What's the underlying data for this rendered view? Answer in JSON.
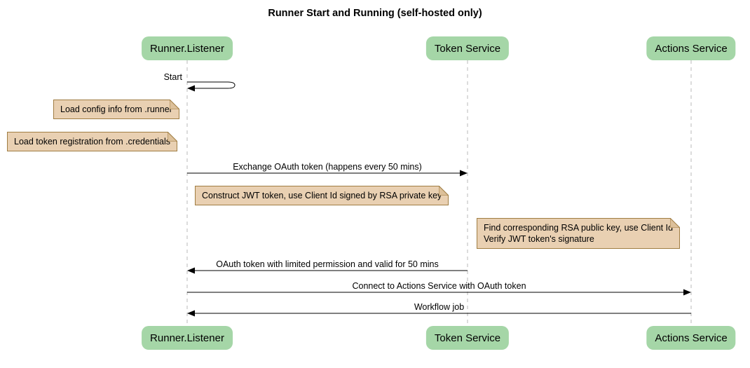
{
  "title": "Runner Start and Running (self-hosted only)",
  "participants": [
    {
      "id": "runner-listener",
      "label": "Runner.Listener"
    },
    {
      "id": "token-service",
      "label": "Token Service"
    },
    {
      "id": "actions-service",
      "label": "Actions Service"
    }
  ],
  "messages": {
    "start": "Start",
    "exchange": "Exchange OAuth token (happens every 50 mins)",
    "oauth_return": "OAuth token with limited permission and valid for 50 mins",
    "connect": "Connect to Actions Service with OAuth token",
    "workflow": "Workflow job"
  },
  "notes": {
    "load_config": "Load config info from .runner",
    "load_token": "Load token registration from .credentials",
    "construct_jwt": "Construct JWT token, use Client Id signed by RSA private key",
    "find_rsa_line1": "Find corresponding RSA public key, use Client Id",
    "find_rsa_line2": "Verify JWT token's signature"
  },
  "colors": {
    "background": "#ffffff",
    "participant_fill": "#a5d6a7",
    "note_fill": "#e9d0b2",
    "note_border": "#a07d42",
    "note_fold": "#dcc09a",
    "lifeline": "#b8b8b8",
    "arrow": "#000000"
  }
}
